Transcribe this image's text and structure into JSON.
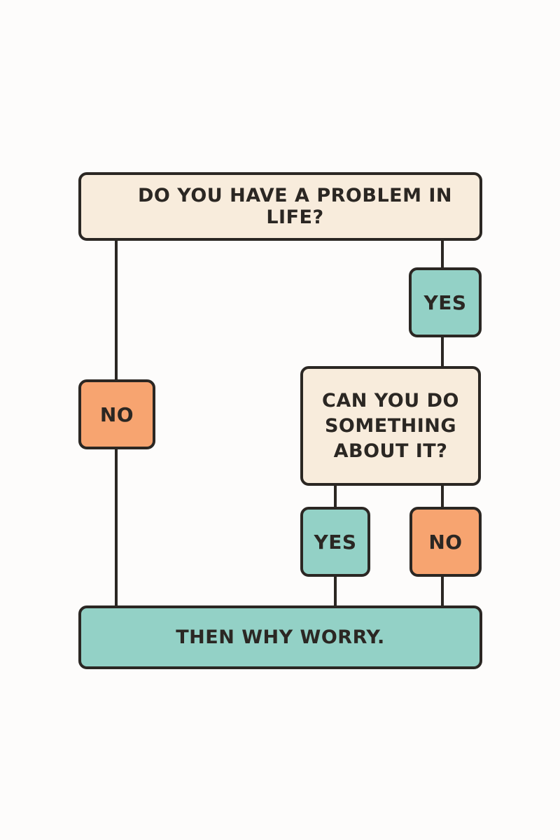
{
  "flowchart": {
    "question_1": "DO YOU HAVE A PROBLEM IN LIFE?",
    "answer_yes_1": "YES",
    "answer_no_1": "NO",
    "question_2": "CAN YOU DO SOMETHING ABOUT IT?",
    "answer_yes_2": "YES",
    "answer_no_2": "NO",
    "conclusion": "THEN WHY WORRY."
  },
  "colors": {
    "background": "#fdfcfb",
    "outline": "#2b2723",
    "question_fill": "#f8ecdc",
    "yes_fill": "#93d1c6",
    "no_fill": "#f7a470",
    "conclusion_fill": "#93d1c6"
  }
}
